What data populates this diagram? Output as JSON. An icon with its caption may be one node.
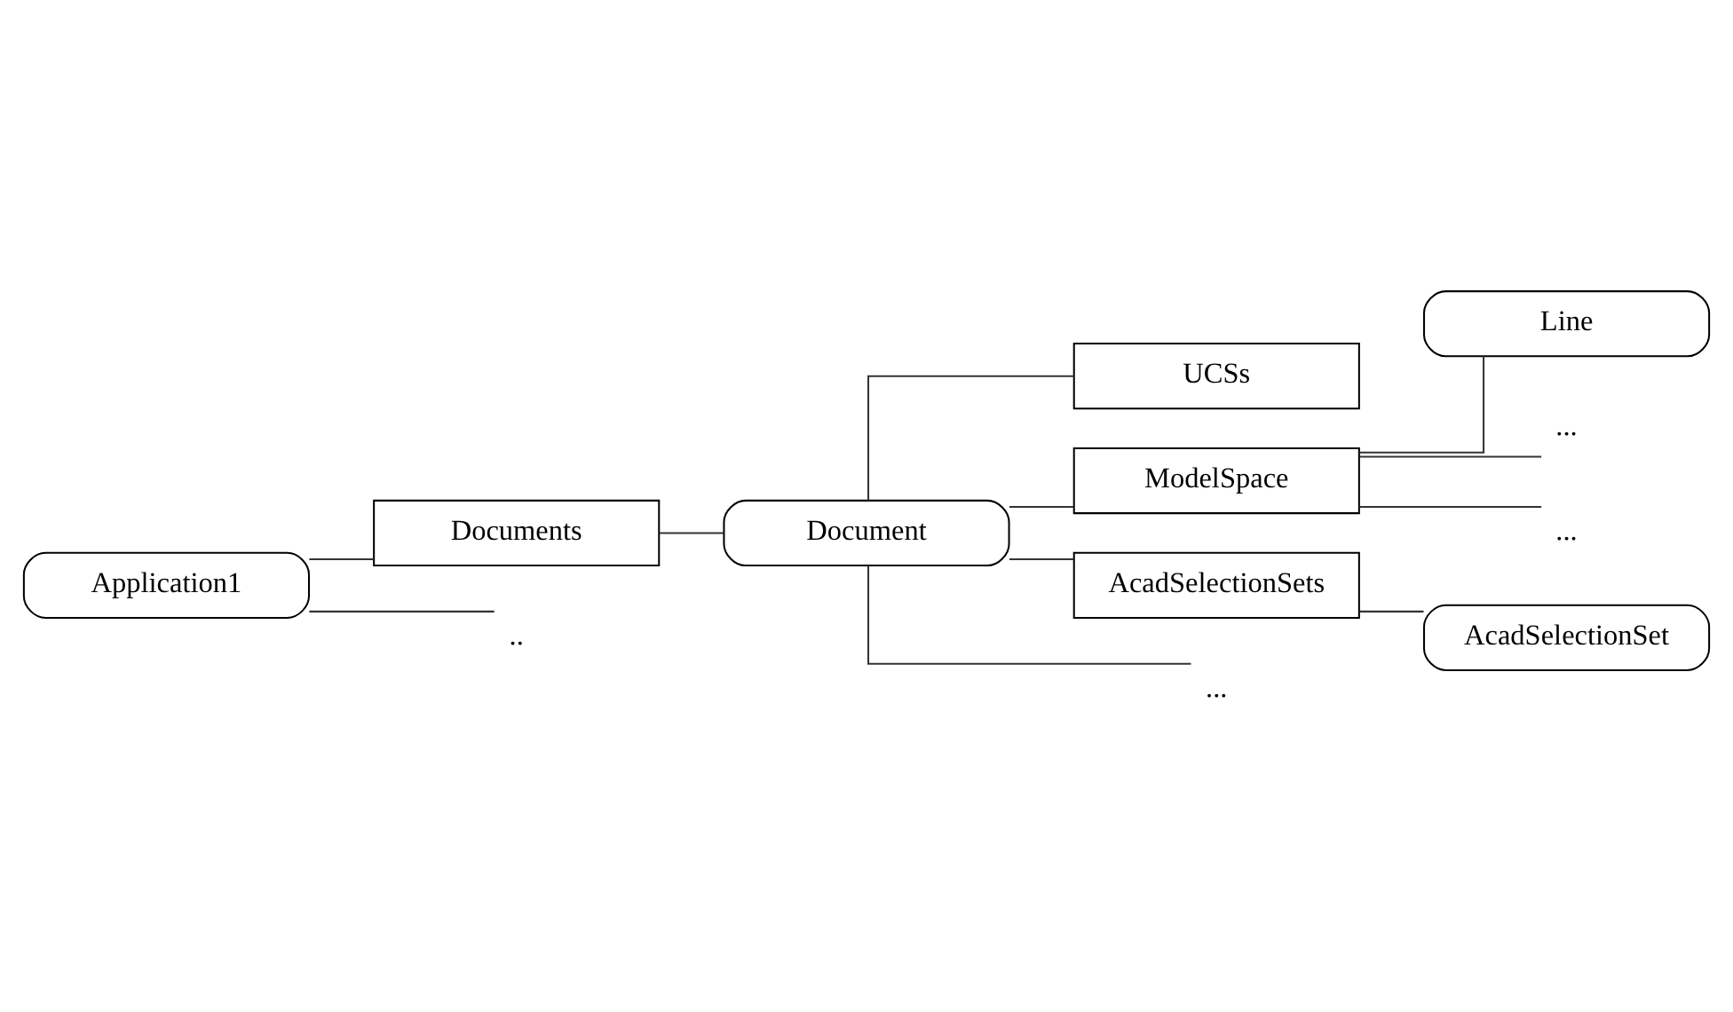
{
  "diagram": {
    "nodes": [
      {
        "text": [
          "Application1"
        ]
      },
      {
        "text": [
          "Documents"
        ]
      },
      {
        "text": [
          ".."
        ]
      },
      {
        "text": [
          "Document"
        ]
      },
      {
        "text": [
          "UCSs"
        ]
      },
      {
        "text": [
          "ModelSpace"
        ]
      },
      {
        "text": [
          "AcadSelectionSets"
        ]
      },
      {
        "text": [
          "..."
        ]
      },
      {
        "text": [
          "Line"
        ]
      },
      {
        "text": [
          "..."
        ]
      },
      {
        "text": [
          "..."
        ]
      },
      {
        "text": [
          "AcadSelectionSet"
        ]
      }
    ],
    "edges": [
      {
        "from": 0,
        "to": 1,
        "arrow": "none"
      },
      {
        "from": 0,
        "to": 2,
        "arrow": "none"
      },
      {
        "from": 1,
        "to": 3,
        "arrow": "none"
      },
      {
        "from": 3,
        "to": 4,
        "arrow": "none"
      },
      {
        "from": 3,
        "to": 5,
        "arrow": "none"
      },
      {
        "from": 3,
        "to": 6,
        "arrow": "none"
      },
      {
        "from": 3,
        "to": 7,
        "arrow": "none"
      },
      {
        "from": 5,
        "to": 8,
        "arrow": "none"
      },
      {
        "from": 5,
        "to": 9,
        "arrow": "none"
      },
      {
        "from": 5,
        "to": 10,
        "arrow": "none"
      },
      {
        "from": 6,
        "to": 11,
        "arrow": "none"
      }
    ]
  }
}
